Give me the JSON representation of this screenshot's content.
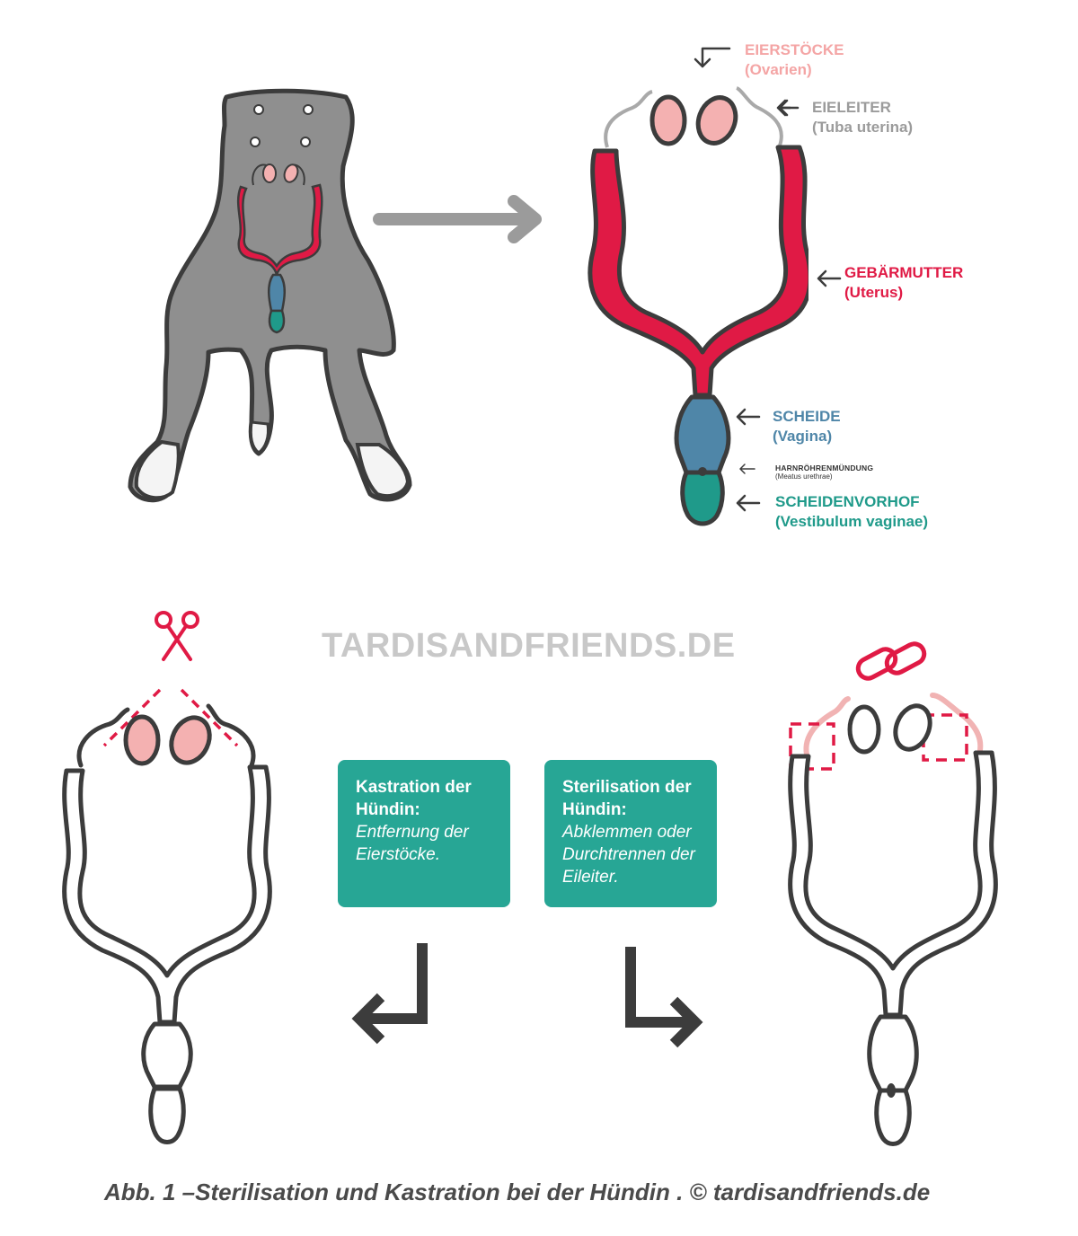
{
  "labels": {
    "ovaries": {
      "main": "EIERSTÖCKE",
      "sub": "(Ovarien)"
    },
    "tube": {
      "main": "EIELEITER",
      "sub": "(Tuba uterina)"
    },
    "uterus": {
      "main": "GEBÄRMUTTER",
      "sub": "(Uterus)"
    },
    "vagina": {
      "main": "SCHEIDE",
      "sub": "(Vagina)"
    },
    "urethra": {
      "main": "HARNRÖHRENMÜNDUNG",
      "sub": "(Meatus urethrae)"
    },
    "vestibule": {
      "main": "SCHEIDENVORHOF",
      "sub": "(Vestibulum vaginae)"
    }
  },
  "watermark": "TARDISANDFRIENDS.DE",
  "boxes": {
    "castration": {
      "title_line1": "Kastration der",
      "title_line2": "Hündin:",
      "text_line1": "Entfernung der",
      "text_line2": "Eierstöcke."
    },
    "sterilisation": {
      "title_line1": "Sterilisation der",
      "title_line2": "Hündin:",
      "text_line1": "Abklemmen oder",
      "text_line2": "Durchtrennen der",
      "text_line3": "Eileiter."
    }
  },
  "caption": "Abb. 1 –Sterilisation und Kastration bei der Hündin . © tardisandfriends.de",
  "colors": {
    "ovary": "#f4b1b1",
    "tube": "#a9a9a9",
    "uterus": "#e01a45",
    "vagina": "#4f86a8",
    "vestibule": "#1f9a8a",
    "outline": "#3c3c3c",
    "body": "#8f8f8f",
    "box": "#27a695",
    "tube_highlight": "#f1b3b3"
  }
}
